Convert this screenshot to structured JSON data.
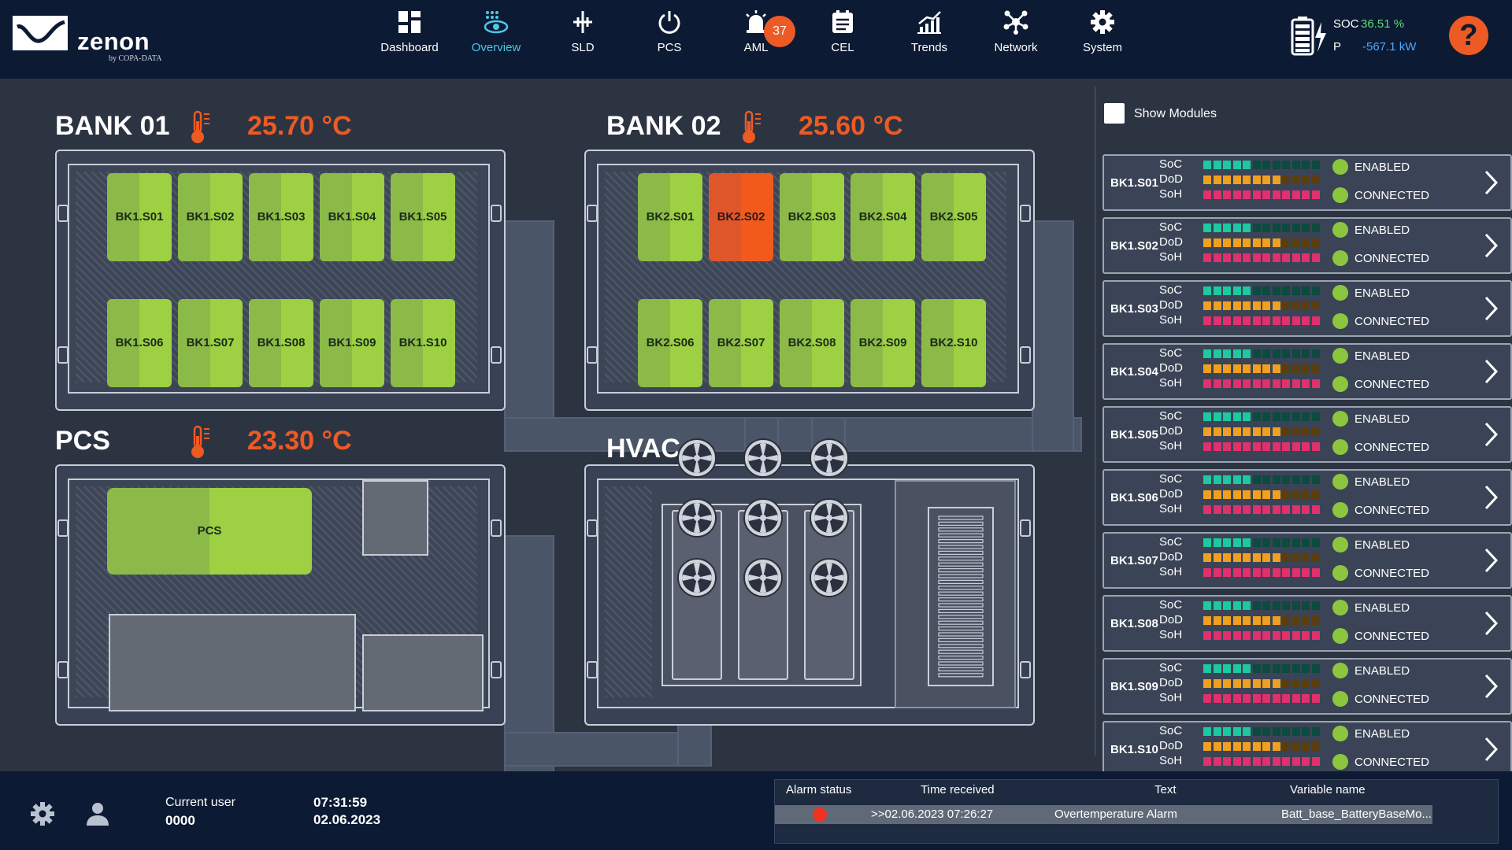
{
  "brand": {
    "name": "zenon",
    "sub": "by COPA-DATA"
  },
  "nav": [
    {
      "label": "Dashboard",
      "icon": "dashboard-icon"
    },
    {
      "label": "Overview",
      "icon": "overview-icon",
      "active": true
    },
    {
      "label": "SLD",
      "icon": "sld-icon"
    },
    {
      "label": "PCS",
      "icon": "power-icon"
    },
    {
      "label": "AML",
      "icon": "alarm-siren-icon",
      "badge": "37"
    },
    {
      "label": "CEL",
      "icon": "event-list-icon"
    },
    {
      "label": "Trends",
      "icon": "trends-icon"
    },
    {
      "label": "Network",
      "icon": "network-icon"
    },
    {
      "label": "System",
      "icon": "gear-icon"
    }
  ],
  "header": {
    "soc_label": "SOC",
    "soc_value": "36.51 %",
    "p_label": "P",
    "p_value": "-567.1 kW",
    "help": "?"
  },
  "banks": [
    {
      "title": "BANK 01",
      "temp": "25.70 °C",
      "cells": [
        "BK1.S01",
        "BK1.S02",
        "BK1.S03",
        "BK1.S04",
        "BK1.S05",
        "BK1.S06",
        "BK1.S07",
        "BK1.S08",
        "BK1.S09",
        "BK1.S10"
      ],
      "alarm_cells": []
    },
    {
      "title": "BANK 02",
      "temp": "25.60 °C",
      "cells": [
        "BK2.S01",
        "BK2.S02",
        "BK2.S03",
        "BK2.S04",
        "BK2.S05",
        "BK2.S06",
        "BK2.S07",
        "BK2.S08",
        "BK2.S09",
        "BK2.S10"
      ],
      "alarm_cells": [
        "BK2.S02"
      ]
    }
  ],
  "pcs": {
    "title": "PCS",
    "temp": "23.30 °C",
    "unit_label": "PCS"
  },
  "hvac": {
    "title": "HVAC"
  },
  "modules_panel": {
    "show_modules_label": "Show Modules",
    "soc_label": "SoC",
    "dod_label": "DoD",
    "soh_label": "SoH",
    "soc_level": 5,
    "dod_level": 8,
    "soh_level": 12,
    "segments": 12,
    "colors": {
      "soc_on": "#1ec8a0",
      "soc_off": "#0d4a40",
      "dod_on": "#f0a020",
      "dod_off": "#5a3e10",
      "soh_on": "#e0306e"
    },
    "items": [
      {
        "name": "BK1.S01",
        "state1": "ENABLED",
        "state2": "CONNECTED"
      },
      {
        "name": "BK1.S02",
        "state1": "ENABLED",
        "state2": "CONNECTED"
      },
      {
        "name": "BK1.S03",
        "state1": "ENABLED",
        "state2": "CONNECTED"
      },
      {
        "name": "BK1.S04",
        "state1": "ENABLED",
        "state2": "CONNECTED"
      },
      {
        "name": "BK1.S05",
        "state1": "ENABLED",
        "state2": "CONNECTED"
      },
      {
        "name": "BK1.S06",
        "state1": "ENABLED",
        "state2": "CONNECTED"
      },
      {
        "name": "BK1.S07",
        "state1": "ENABLED",
        "state2": "CONNECTED"
      },
      {
        "name": "BK1.S08",
        "state1": "ENABLED",
        "state2": "CONNECTED"
      },
      {
        "name": "BK1.S09",
        "state1": "ENABLED",
        "state2": "CONNECTED"
      },
      {
        "name": "BK1.S10",
        "state1": "ENABLED",
        "state2": "CONNECTED"
      }
    ]
  },
  "footer": {
    "current_user_label": "Current user",
    "current_user": "0000",
    "time": "07:31:59",
    "date": "02.06.2023"
  },
  "alarms": {
    "headers": [
      "Alarm status",
      "Time received",
      "Text",
      "Variable name"
    ],
    "rows": [
      {
        "time": ">>02.06.2023 07:26:27",
        "text": "Overtemperature Alarm",
        "variable": "Batt_base_BatteryBaseMo..."
      }
    ]
  }
}
